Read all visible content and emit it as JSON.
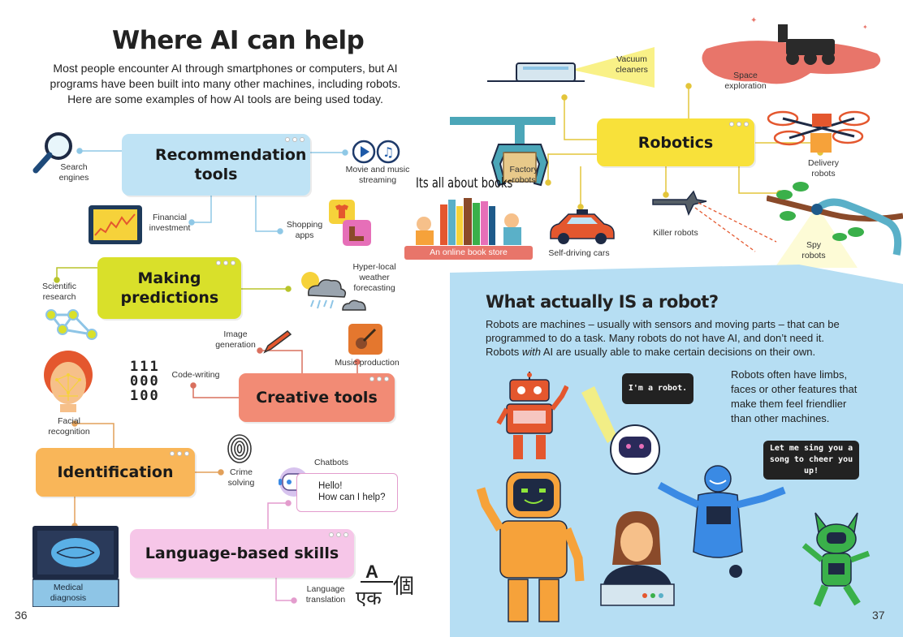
{
  "left": {
    "title": "Where AI can help",
    "intro": "Most people encounter AI through smartphones or computers, but AI programs have been built into many other machines, including robots. Here are some examples of how AI tools are being used today.",
    "boxes": {
      "recommendation": "Recommendation tools",
      "predictions": "Making predictions",
      "creative": "Creative tools",
      "identification": "Identification",
      "language": "Language-based skills"
    },
    "labels": {
      "search": "Search engines",
      "movie": "Movie and music streaming",
      "financial": "Financial investment",
      "shopping": "Shopping apps",
      "scientific": "Scientific research",
      "weather": "Hyper-local weather forecasting",
      "image": "Image generation",
      "music": "Music production",
      "code": "Code-writing",
      "facial": "Facial recognition",
      "crime": "Crime solving",
      "chatbots": "Chatbots",
      "medical": "Medical diagnosis",
      "translation": "Language translation"
    },
    "binary": [
      "111",
      "000",
      "100"
    ],
    "chat_line1": "Hello!",
    "chat_line2": "How can I help?",
    "glyph_a": "A",
    "glyph_hindi": "एक",
    "glyph_chinese": "個",
    "page_number": "36"
  },
  "right": {
    "robotics": "Robotics",
    "labels": {
      "vacuum": "Vacuum cleaners",
      "space": "Space exploration",
      "factory": "Factory robots",
      "delivery": "Delivery robots",
      "killer": "Killer robots",
      "selfdriving": "Self-driving cars",
      "spy": "Spy robots"
    },
    "watermark_top": "Its all about books",
    "watermark_bottom": "An online book store",
    "section_title": "What actually IS a robot?",
    "section_p1": "Robots are machines – usually with sensors and moving parts – that can be programmed to do a task. Many robots do not have AI, and don’t need it.",
    "section_p2_before": "Robots ",
    "section_p2_em": "with",
    "section_p2_after": " AI are usually able to make certain decisions on their own.",
    "side_text": "Robots often have limbs, faces or other features that make them feel friendlier than other machines.",
    "bubble1": "I'm a robot.",
    "bubble2": "Let me sing you a song to cheer you up!",
    "page_number": "37"
  },
  "colors": {
    "recommendation": "#bfe3f5",
    "predictions": "#d9e02a",
    "creative": "#f28b75",
    "identification": "#f9b659",
    "language": "#f6c6e8",
    "robotics": "#f8e13a",
    "panel": "#b6def3",
    "mars": "#e8756a"
  }
}
